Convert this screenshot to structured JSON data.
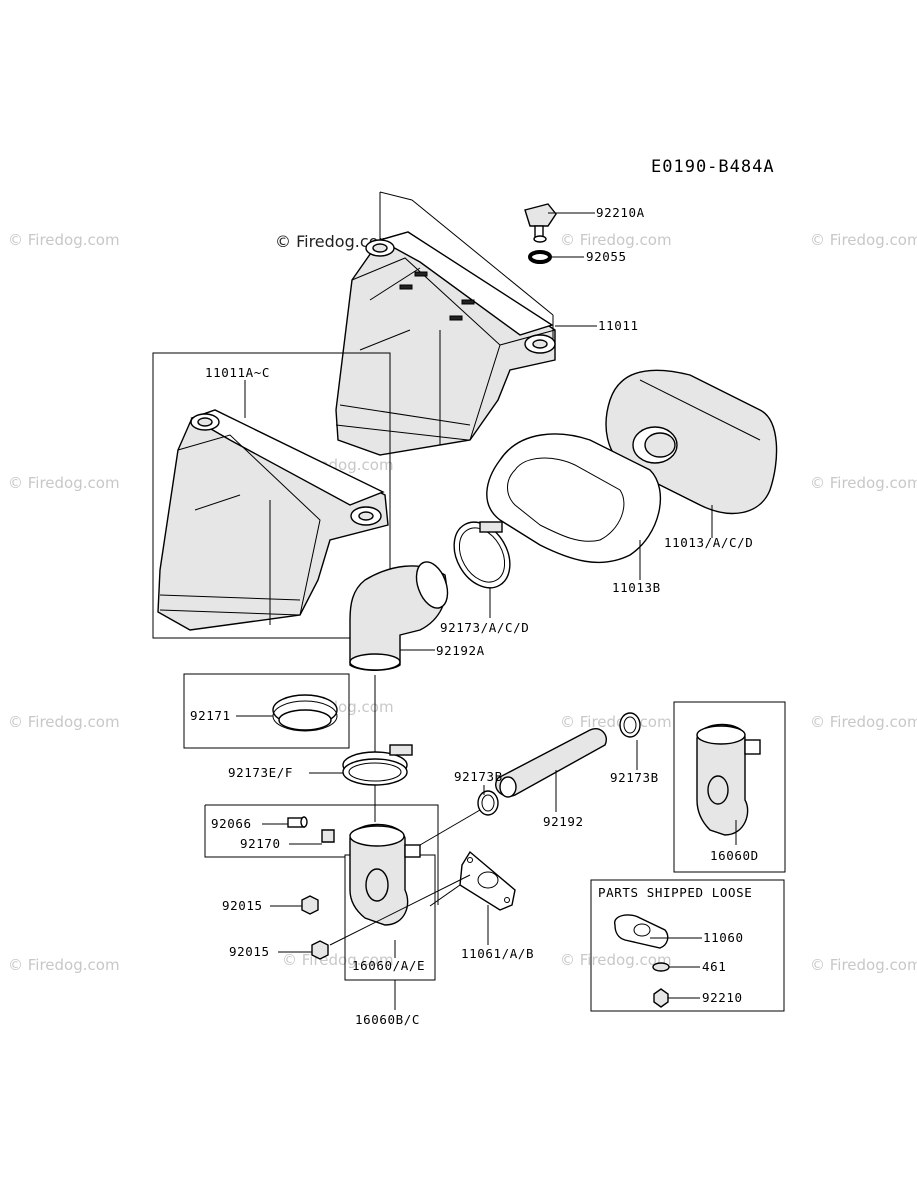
{
  "diagram_code": "E0190-B484A",
  "watermark": {
    "text": "© Firedog.com",
    "prominent_text": "© Firedog.com"
  },
  "box_title": "PARTS SHIPPED LOOSE",
  "parts": {
    "p92210A": "92210A",
    "p92055": "92055",
    "p11011": "11011",
    "p11011AC": "11011A~C",
    "p11013ACD": "11013/A/C/D",
    "p11013B": "11013B",
    "p92173ACD": "92173/A/C/D",
    "p92192A": "92192A",
    "p92171": "92171",
    "p92173EF": "92173E/F",
    "p92173B_left": "92173B",
    "p92173B_right": "92173B",
    "p92192": "92192",
    "p16060D": "16060D",
    "p92066": "92066",
    "p92170": "92170",
    "p92015_upper": "92015",
    "p92015_lower": "92015",
    "p11061AB": "11061/A/B",
    "p16060AE": "16060/A/E",
    "p16060BC": "16060B/C",
    "p11060": "11060",
    "p461": "461",
    "p92210": "92210"
  }
}
